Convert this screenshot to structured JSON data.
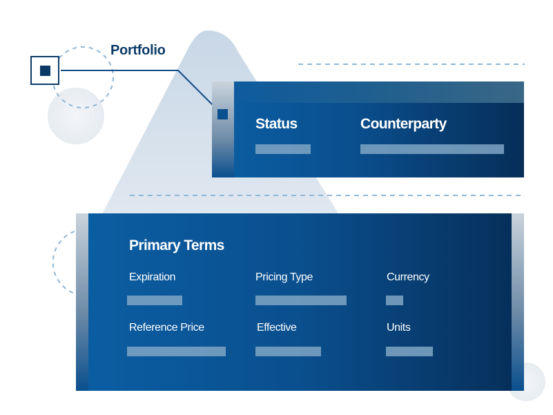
{
  "colors": {
    "primary": "#0a4f8e",
    "dark": "#062e58",
    "accent": "#0b3a67",
    "placeholder": "#7fa6c4",
    "dashes": "#8fb6d6",
    "triangle": "#c5d6e6"
  },
  "portfolio": {
    "label": "Portfolio"
  },
  "top_card": {
    "fields": [
      {
        "label": "Status"
      },
      {
        "label": "Counterparty"
      }
    ]
  },
  "bottom_card": {
    "title": "Primary Terms",
    "fields": [
      {
        "label": "Expiration"
      },
      {
        "label": "Pricing Type"
      },
      {
        "label": "Currency"
      },
      {
        "label": "Reference Price"
      },
      {
        "label": "Effective"
      },
      {
        "label": "Units"
      }
    ]
  }
}
